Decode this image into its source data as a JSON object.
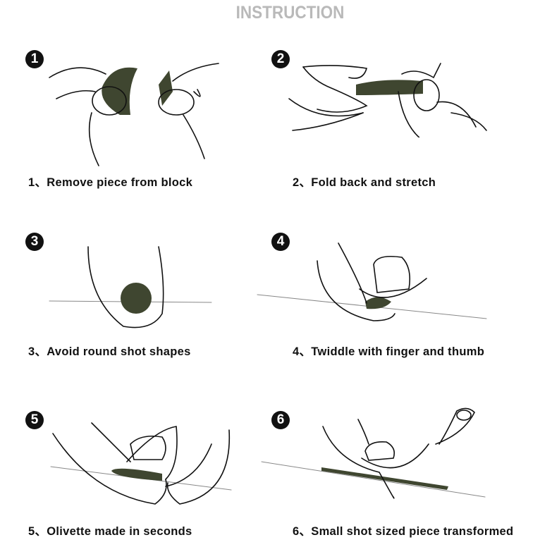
{
  "title": "INSTRUCTION",
  "steps": [
    {
      "number": "1",
      "caption": "1、Remove piece from block"
    },
    {
      "number": "2",
      "caption": "2、Fold back and stretch"
    },
    {
      "number": "3",
      "caption": "3、Avoid round shot shapes"
    },
    {
      "number": "4",
      "caption": "4、Twiddle with finger and thumb"
    },
    {
      "number": "5",
      "caption": "5、Olivette made in seconds"
    },
    {
      "number": "6",
      "caption": "6、Small shot sized piece transformed"
    }
  ],
  "colors": {
    "title": "#b9b9b9",
    "lead": "#3f4630"
  }
}
